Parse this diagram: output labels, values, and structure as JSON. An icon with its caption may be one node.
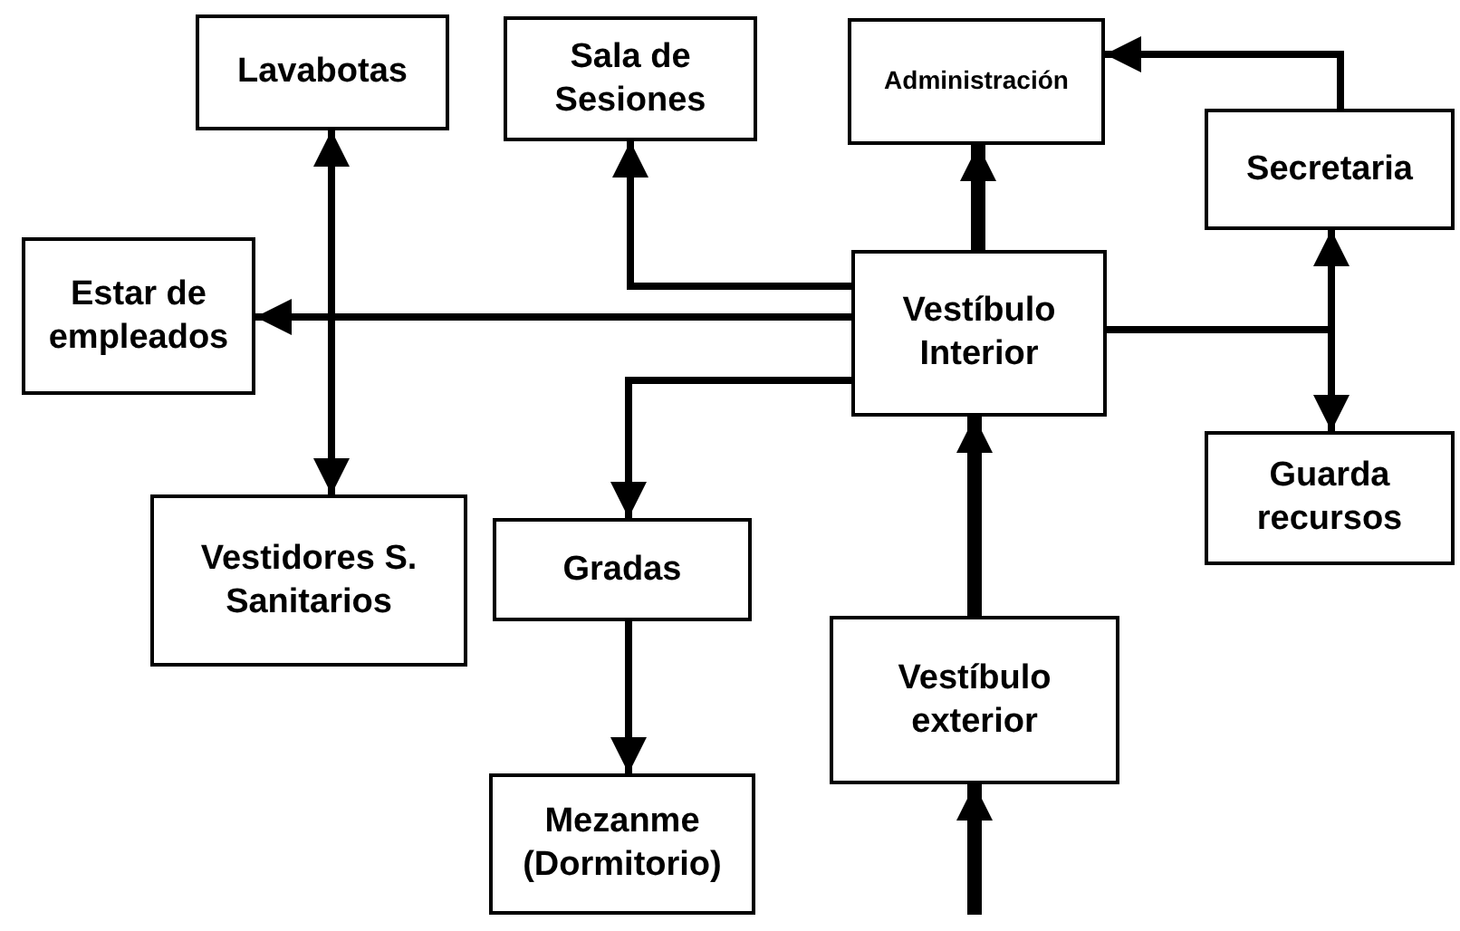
{
  "diagram": {
    "nodes": [
      {
        "text": [
          "Lavabotas"
        ]
      },
      {
        "text": [
          "Sala de Sesiones"
        ]
      },
      {
        "text": [
          "Administración"
        ]
      },
      {
        "text": [
          "Secretaria"
        ]
      },
      {
        "text": [
          "Estar de empleados"
        ]
      },
      {
        "text": [
          "Vestíbulo Interior"
        ]
      },
      {
        "text": [
          "Guarda recursos"
        ]
      },
      {
        "text": [
          "Vestidores S. Sanitarios"
        ]
      },
      {
        "text": [
          "Gradas"
        ]
      },
      {
        "text": [
          "Vestíbulo exterior"
        ]
      },
      {
        "text": [
          "Mezanme (Dormitorio)"
        ]
      }
    ],
    "edges": [
      {
        "from": 0,
        "to": 7,
        "arrow": "both"
      },
      {
        "from": 5,
        "to": 1,
        "arrow": "to"
      },
      {
        "from": 5,
        "to": 2,
        "arrow": "to",
        "style": "thick"
      },
      {
        "from": 3,
        "to": 2,
        "arrow": "to"
      },
      {
        "from": 5,
        "to": 4,
        "arrow": "to"
      },
      {
        "from": 5,
        "to": 8,
        "arrow": "to"
      },
      {
        "from": 8,
        "to": 10,
        "arrow": "to"
      },
      {
        "from": 5,
        "to": 3,
        "arrow": "to"
      },
      {
        "from": 5,
        "to": 6,
        "arrow": "to"
      },
      {
        "from": 9,
        "to": 5,
        "arrow": "to",
        "style": "thick"
      },
      {
        "from": null,
        "to": 9,
        "arrow": "to",
        "style": "thick"
      }
    ]
  }
}
